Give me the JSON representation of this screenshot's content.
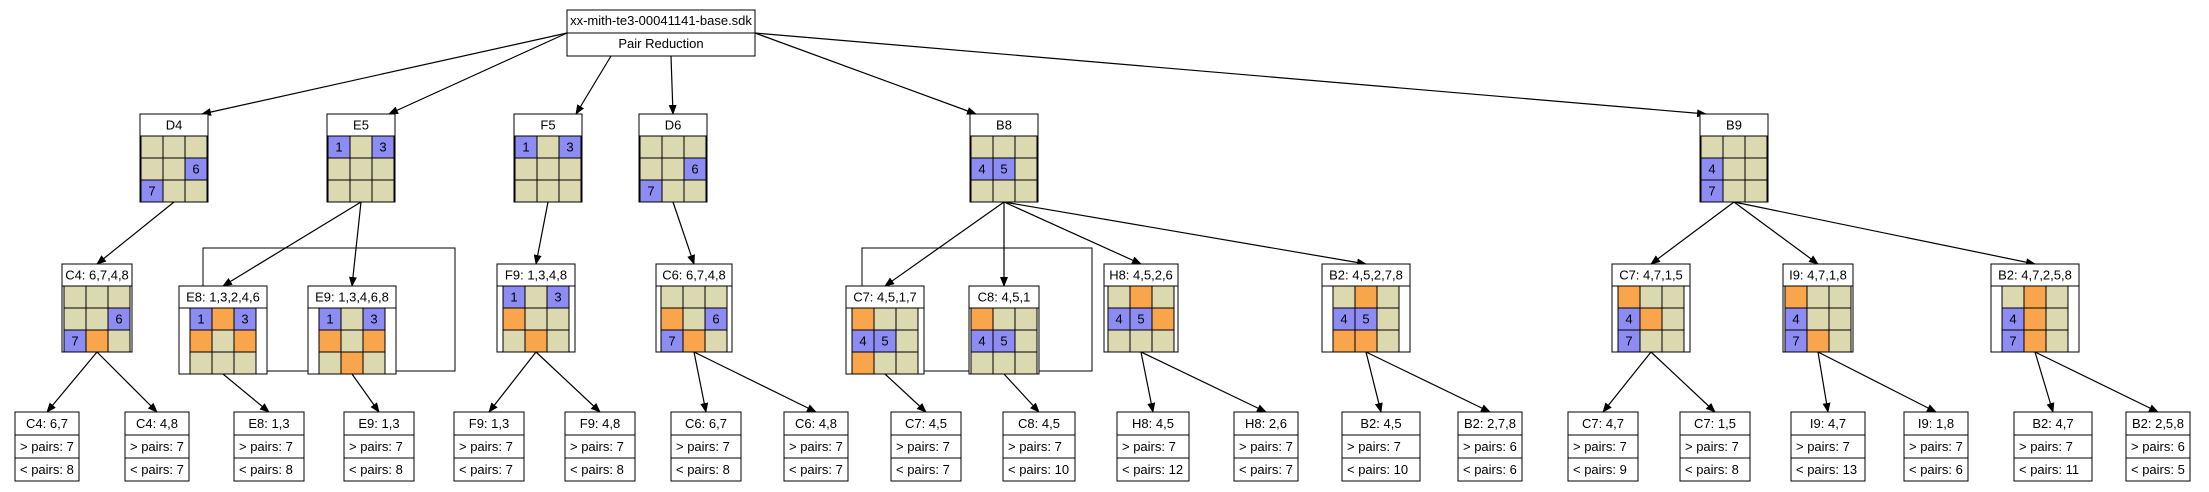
{
  "colors": {
    "empty": "#dcd9b0",
    "given": "#8c8cf3",
    "candidate": "#f9a54b",
    "line": "#000000",
    "box": "#ffffff"
  },
  "root": {
    "title": "xx-mith-te3-00041141-base.sdk",
    "subtitle": "Pair Reduction"
  },
  "grid_nodes": [
    {
      "key": "d4",
      "label": "D4",
      "cells": [
        "e",
        "e",
        "e",
        "e",
        "e",
        "6",
        "7",
        "e",
        "e"
      ]
    },
    {
      "key": "e5",
      "label": "E5",
      "cells": [
        "1",
        "e",
        "3",
        "e",
        "e",
        "e",
        "e",
        "e",
        "e"
      ]
    },
    {
      "key": "f5",
      "label": "F5",
      "cells": [
        "1",
        "e",
        "3",
        "e",
        "e",
        "e",
        "e",
        "e",
        "e"
      ]
    },
    {
      "key": "d6",
      "label": "D6",
      "cells": [
        "e",
        "e",
        "e",
        "e",
        "e",
        "6",
        "7",
        "e",
        "e"
      ]
    },
    {
      "key": "b8",
      "label": "B8",
      "cells": [
        "e",
        "e",
        "e",
        "4",
        "5",
        "e",
        "e",
        "e",
        "e"
      ]
    },
    {
      "key": "b9",
      "label": "B9",
      "cells": [
        "e",
        "e",
        "e",
        "4",
        "e",
        "e",
        "7",
        "e",
        "e"
      ]
    },
    {
      "key": "c4a",
      "label": "C4: 6,7,4,8",
      "cells": [
        "e",
        "e",
        "e",
        "e",
        "e",
        "6",
        "7",
        "o",
        "e"
      ]
    },
    {
      "key": "e8",
      "label": "E8: 1,3,2,4,6",
      "cells": [
        "1",
        "o",
        "3",
        "o",
        "e",
        "o",
        "e",
        "e",
        "e"
      ]
    },
    {
      "key": "e9",
      "label": "E9: 1,3,4,6,8",
      "cells": [
        "1",
        "e",
        "3",
        "o",
        "e",
        "o",
        "e",
        "o",
        "e"
      ]
    },
    {
      "key": "f9a",
      "label": "F9: 1,3,4,8",
      "cells": [
        "1",
        "e",
        "3",
        "o",
        "e",
        "e",
        "e",
        "o",
        "e"
      ]
    },
    {
      "key": "c6a",
      "label": "C6: 6,7,4,8",
      "cells": [
        "e",
        "e",
        "e",
        "o",
        "e",
        "6",
        "7",
        "o",
        "e"
      ]
    },
    {
      "key": "c7a",
      "label": "C7: 4,5,1,7",
      "cells": [
        "o",
        "e",
        "e",
        "4",
        "5",
        "e",
        "o",
        "e",
        "e"
      ]
    },
    {
      "key": "c8a",
      "label": "C8: 4,5,1",
      "cells": [
        "o",
        "e",
        "e",
        "4",
        "5",
        "e",
        "e",
        "e",
        "e"
      ]
    },
    {
      "key": "h8a",
      "label": "H8: 4,5,2,6",
      "cells": [
        "e",
        "o",
        "e",
        "4",
        "5",
        "o",
        "e",
        "e",
        "e"
      ]
    },
    {
      "key": "b2a",
      "label": "B2: 4,5,2,7,8",
      "cells": [
        "e",
        "o",
        "e",
        "4",
        "5",
        "e",
        "o",
        "o",
        "e"
      ]
    },
    {
      "key": "c7b",
      "label": "C7: 4,7,1,5",
      "cells": [
        "o",
        "e",
        "e",
        "4",
        "o",
        "e",
        "7",
        "e",
        "e"
      ]
    },
    {
      "key": "i9a",
      "label": "I9: 4,7,1,8",
      "cells": [
        "o",
        "e",
        "e",
        "4",
        "e",
        "e",
        "7",
        "o",
        "e"
      ]
    },
    {
      "key": "b2b",
      "label": "B2: 4,7,2,5,8",
      "cells": [
        "e",
        "o",
        "e",
        "4",
        "o",
        "e",
        "7",
        "o",
        "e"
      ]
    }
  ],
  "leaves": [
    {
      "key": "l1",
      "label": "C4: 6,7",
      "more": "> pairs: 7",
      "less": "< pairs: 8"
    },
    {
      "key": "l2",
      "label": "C4: 4,8",
      "more": "> pairs: 7",
      "less": "< pairs: 7"
    },
    {
      "key": "l3",
      "label": "E8: 1,3",
      "more": "> pairs: 7",
      "less": "< pairs: 8"
    },
    {
      "key": "l4",
      "label": "E9: 1,3",
      "more": "> pairs: 7",
      "less": "< pairs: 8"
    },
    {
      "key": "l5",
      "label": "F9: 1,3",
      "more": "> pairs: 7",
      "less": "< pairs: 7"
    },
    {
      "key": "l6",
      "label": "F9: 4,8",
      "more": "> pairs: 7",
      "less": "< pairs: 8"
    },
    {
      "key": "l7",
      "label": "C6: 6,7",
      "more": "> pairs: 7",
      "less": "< pairs: 8"
    },
    {
      "key": "l8",
      "label": "C6: 4,8",
      "more": "> pairs: 7",
      "less": "< pairs: 7"
    },
    {
      "key": "l9",
      "label": "C7: 4,5",
      "more": "> pairs: 7",
      "less": "< pairs: 7"
    },
    {
      "key": "l10",
      "label": "C8: 4,5",
      "more": "> pairs: 7",
      "less": "< pairs: 10"
    },
    {
      "key": "l11",
      "label": "H8: 4,5",
      "more": "> pairs: 7",
      "less": "< pairs: 12"
    },
    {
      "key": "l12",
      "label": "H8: 2,6",
      "more": "> pairs: 7",
      "less": "< pairs: 7"
    },
    {
      "key": "l13",
      "label": "B2: 4,5",
      "more": "> pairs: 7",
      "less": "< pairs: 10"
    },
    {
      "key": "l14",
      "label": "B2: 2,7,8",
      "more": "> pairs: 6",
      "less": "< pairs: 6"
    },
    {
      "key": "l15",
      "label": "C7: 4,7",
      "more": "> pairs: 7",
      "less": "< pairs: 9"
    },
    {
      "key": "l16",
      "label": "C7: 1,5",
      "more": "> pairs: 7",
      "less": "< pairs: 8"
    },
    {
      "key": "l17",
      "label": "I9: 4,7",
      "more": "> pairs: 7",
      "less": "< pairs: 13"
    },
    {
      "key": "l18",
      "label": "I9: 1,8",
      "more": "> pairs: 7",
      "less": "< pairs: 6"
    },
    {
      "key": "l19",
      "label": "B2: 4,7",
      "more": "> pairs: 7",
      "less": "< pairs: 11"
    },
    {
      "key": "l20",
      "label": "B2: 2,5,8",
      "more": "> pairs: 6",
      "less": "< pairs: 5"
    }
  ]
}
